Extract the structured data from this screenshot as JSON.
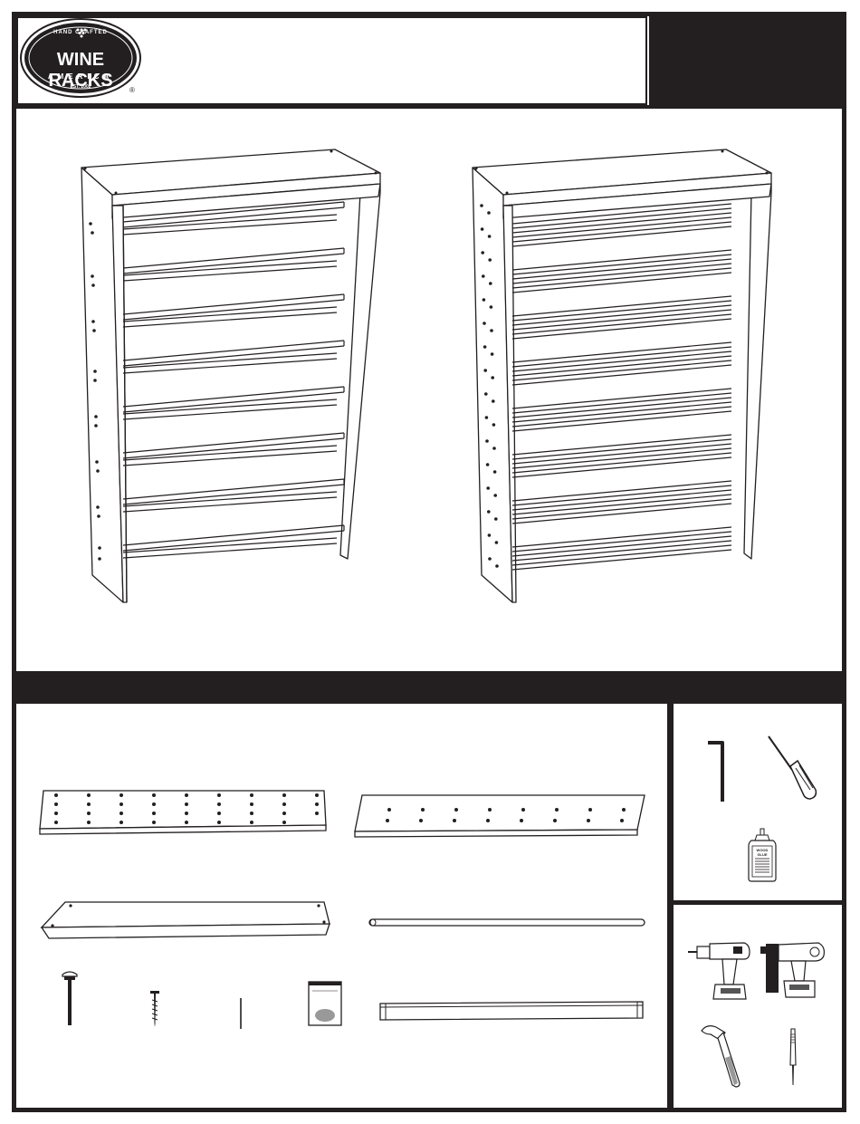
{
  "logo": {
    "top_line": "HAND CRAFTED",
    "name": "WINE RACKS",
    "bottom_line": "AMERICA",
    "est": "EST. 2002",
    "registered": "®"
  },
  "header": {
    "title": "",
    "sheet_label": ""
  },
  "parts_band": {
    "label": ""
  },
  "glue_bottle": {
    "label_line1": "WOOD",
    "label_line2": "GLUE"
  },
  "colors": {
    "ink": "#231f20",
    "paper": "#ffffff"
  },
  "icons": [
    "allen-key-icon",
    "screwdriver-icon",
    "wood-glue-icon",
    "drill-icon",
    "brad-nailer-icon",
    "hammer-icon",
    "nail-set-icon"
  ]
}
